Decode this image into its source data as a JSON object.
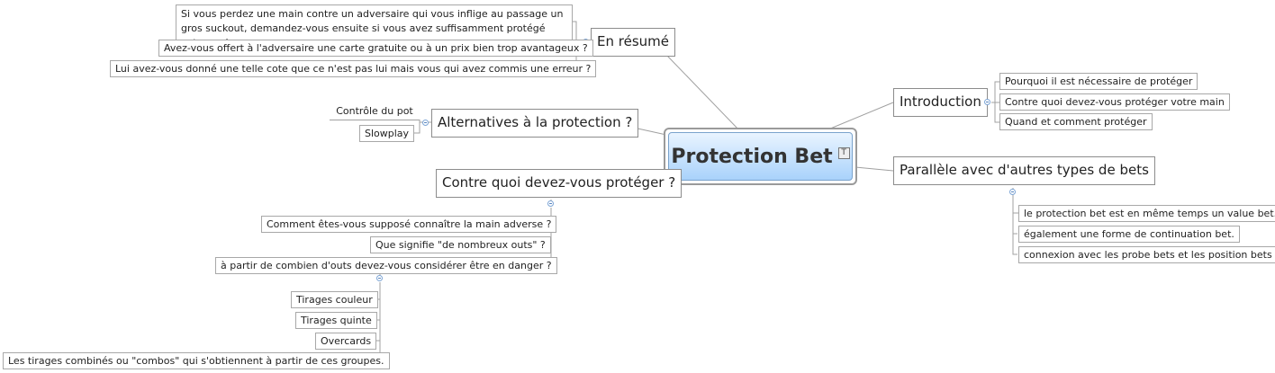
{
  "central": {
    "title": "Protection Bet",
    "note_icon": "text-note-icon"
  },
  "branches": {
    "resume": {
      "label": "En résumé",
      "children": [
        "Si vous perdez une main contre un adversaire qui vous inflige au passage un gros suckout, demandez-vous ensuite si vous avez suffisamment protégé votre main.",
        "Avez-vous offert à l'adversaire une carte gratuite ou à un prix bien trop avantageux ?",
        "Lui avez-vous donné une telle cote que ce n'est pas lui mais vous qui avez commis une erreur ?"
      ]
    },
    "alternatives": {
      "label": "Alternatives à la protection ?",
      "children": [
        "Contrôle du pot",
        "Slowplay"
      ]
    },
    "contre": {
      "label": "Contre quoi devez-vous protéger ?",
      "children": [
        "Comment êtes-vous supposé connaître la main adverse ?",
        "Que signifie \"de nombreux outs\" ?",
        "à partir de combien d'outs devez-vous considérer être en danger ?"
      ],
      "sub_children": [
        "Tirages couleur",
        "Tirages quinte",
        "Overcards",
        "Les tirages combinés ou \"combos\" qui s'obtiennent à partir de ces groupes."
      ]
    },
    "introduction": {
      "label": "Introduction",
      "children": [
        "Pourquoi il est nécessaire de protéger",
        "Contre quoi devez-vous protéger votre main",
        "Quand et comment protéger"
      ]
    },
    "parallele": {
      "label": "Parallèle avec d'autres types de bets",
      "children": [
        "le protection bet est en même temps un value bet.",
        "également une forme de continuation bet.",
        "connexion avec les probe bets et les position bets"
      ]
    }
  },
  "colors": {
    "line": "#a0a0a0",
    "central_top": "#e9f4ff",
    "central_bottom": "#a9d2fb"
  }
}
